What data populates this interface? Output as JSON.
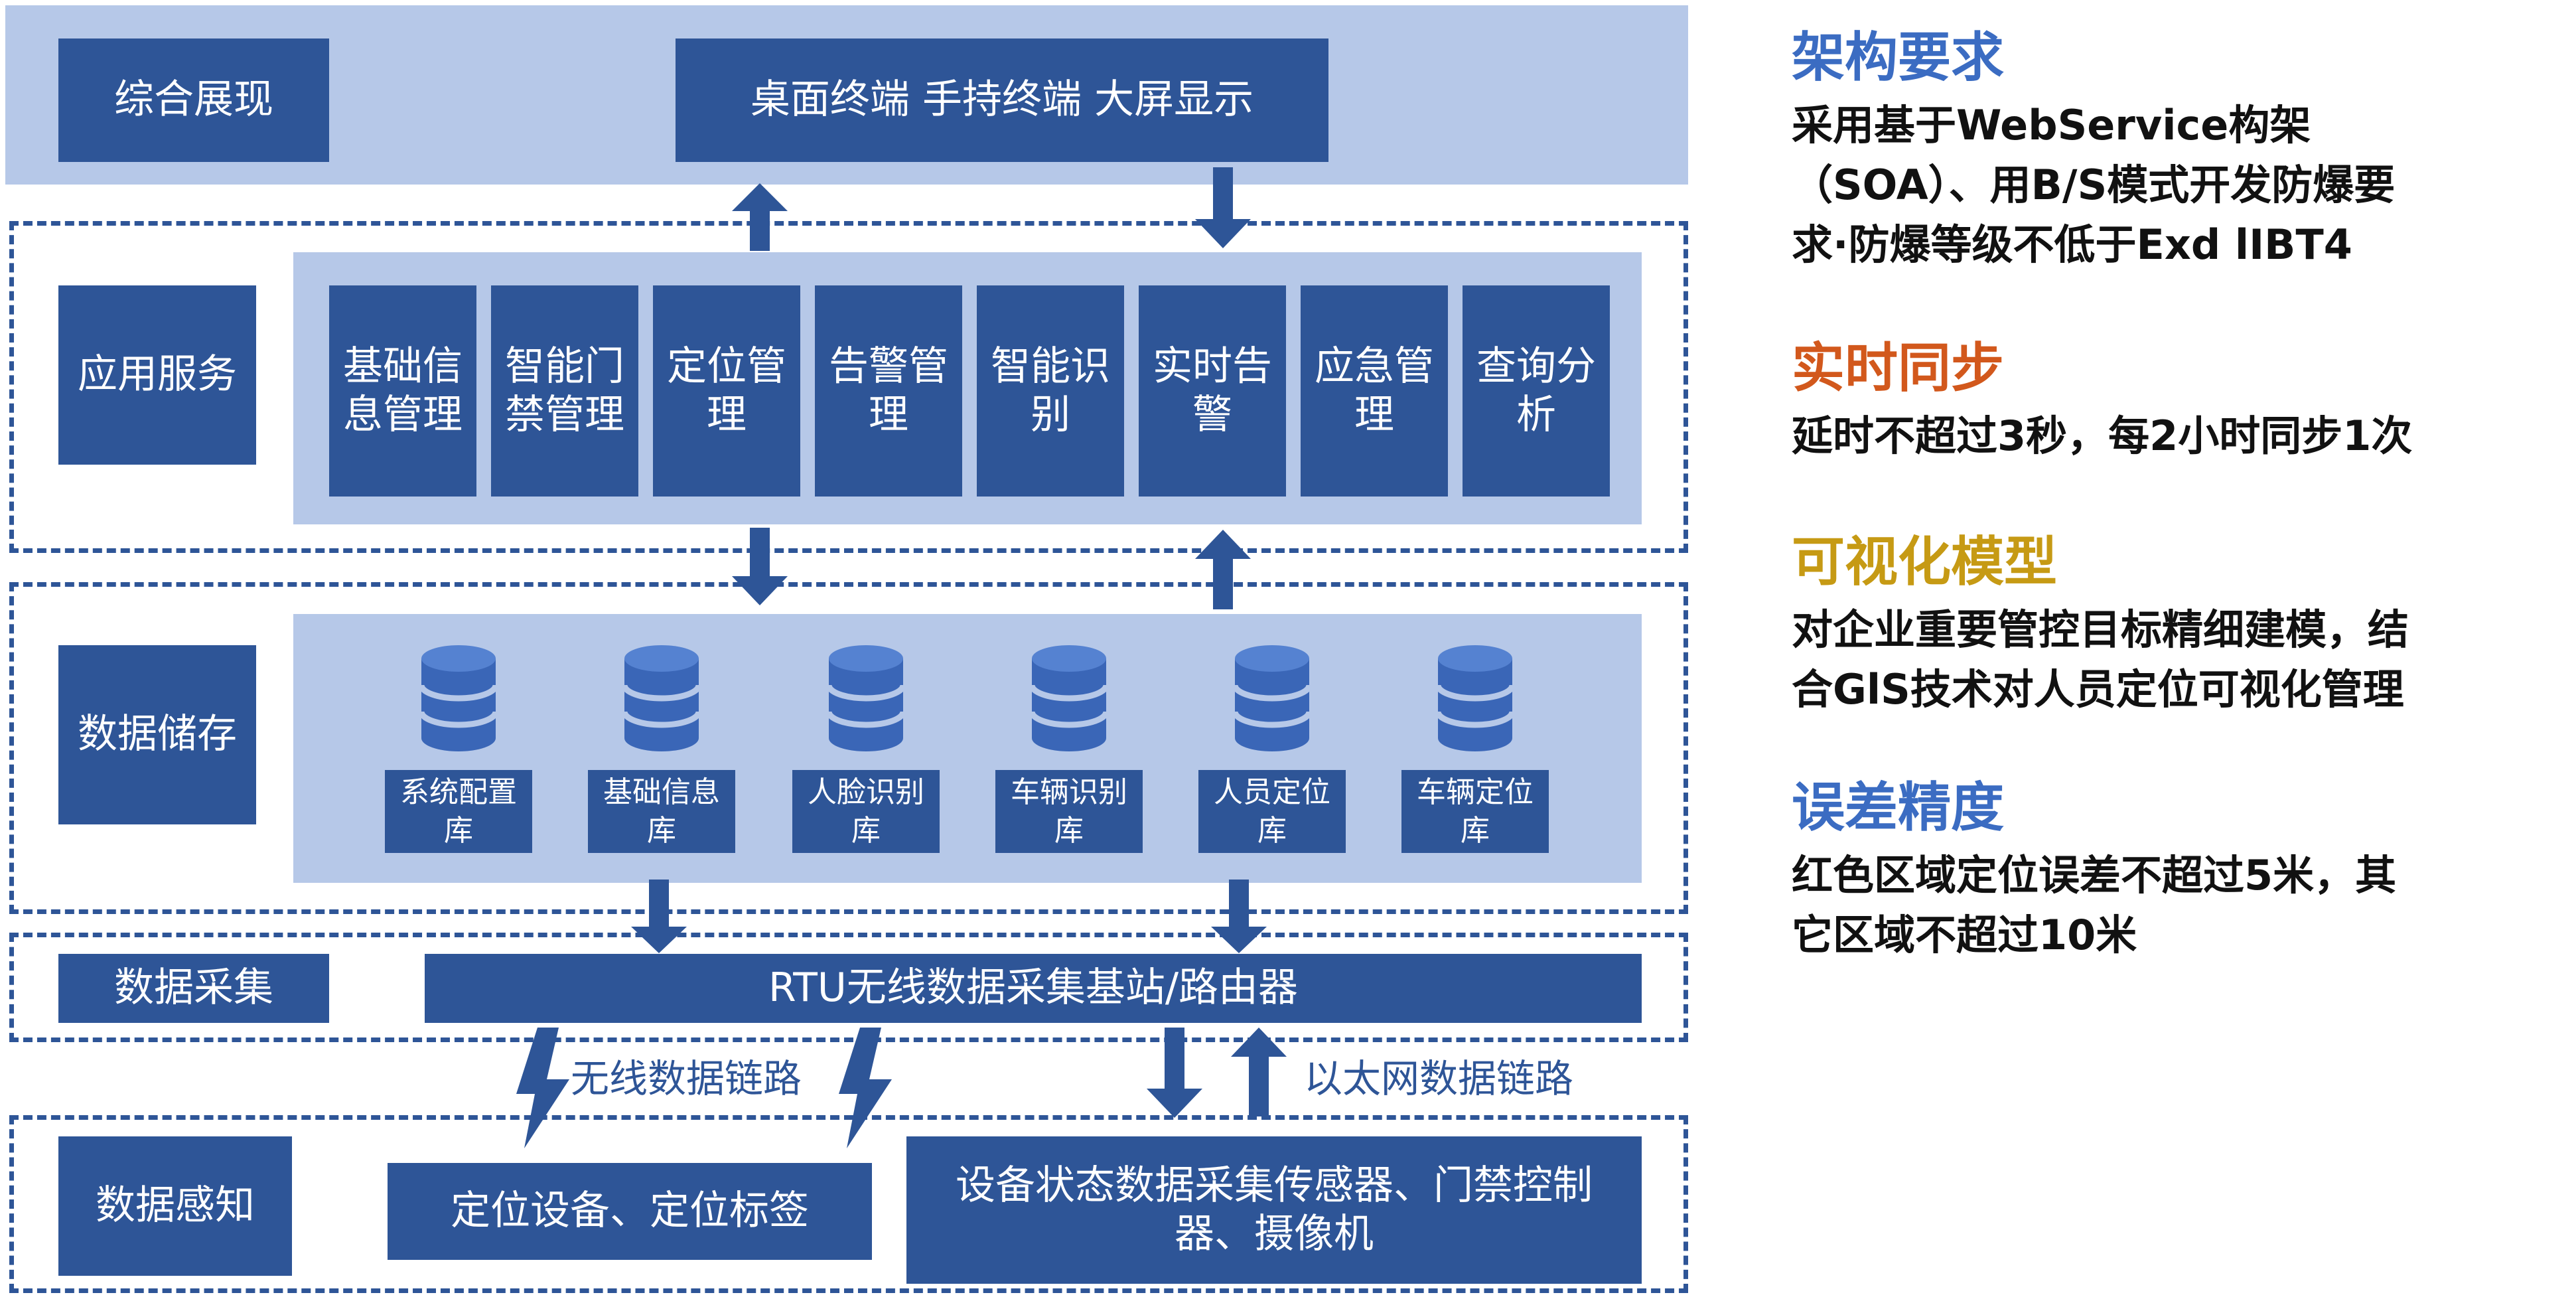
{
  "diagram": {
    "layer_display": {
      "label": "综合展现",
      "terminals": "桌面终端 手持终端 大屏显示"
    },
    "layer_app": {
      "label": "应用服务",
      "services": [
        "基础信息管理",
        "智能门禁管理",
        "定位管理",
        "告警管理",
        "智能识别",
        "实时告警",
        "应急管理",
        "查询分析"
      ]
    },
    "layer_storage": {
      "label": "数据储存",
      "databases": [
        "系统配置库",
        "基础信息库",
        "人脸识别库",
        "车辆识别库",
        "人员定位库",
        "车辆定位库"
      ]
    },
    "layer_collect": {
      "label": "数据采集",
      "gateway": "RTU无线数据采集基站/路由器"
    },
    "links": {
      "wireless": "无线数据链路",
      "ethernet": "以太网数据链路"
    },
    "layer_sense": {
      "label": "数据感知",
      "positioning": "定位设备、定位标签",
      "sensors": "设备状态数据采集传感器、门禁控制器、摄像机"
    }
  },
  "requirements": [
    {
      "title": "架构要求",
      "color": "#3b6cc2",
      "lines": [
        "采用基于WebService构架",
        "（SOA）、用B/S模式开发防爆要",
        "求·防爆等级不低于Exd lIBT4"
      ]
    },
    {
      "title": "实时同步",
      "color": "#d2581c",
      "lines": [
        "延时不超过3秒，每2小时同步1次"
      ]
    },
    {
      "title": "可视化模型",
      "color": "#c69a14",
      "lines": [
        "对企业重要管控目标精细建模，结",
        "合GlS技术对人员定位可视化管理"
      ]
    },
    {
      "title": "误差精度",
      "color": "#3b6cc2",
      "lines": [
        "红色区域定位误差不超过5米，其",
        "它区域不超过10米"
      ]
    }
  ],
  "colors": {
    "primary": "#2e5597",
    "band": "#b6c8e8",
    "background": "#ffffff"
  }
}
